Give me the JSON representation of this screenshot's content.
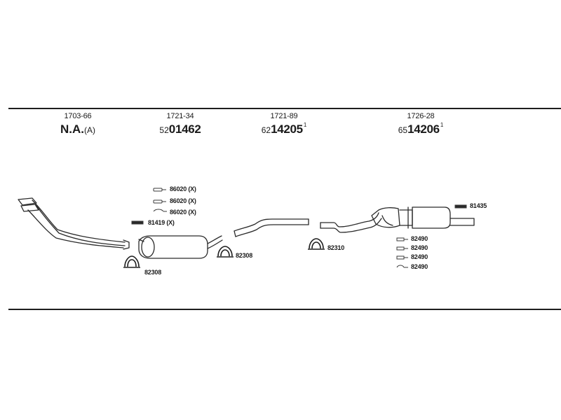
{
  "groups": [
    {
      "code": "1703-66",
      "part_main": "N.A.",
      "part_suffix": "(A)"
    },
    {
      "code": "1721-34",
      "part_prefix": "52",
      "part_main": "01462"
    },
    {
      "code": "1721-89",
      "part_prefix": "62",
      "part_main": "14205",
      "part_sup": "1"
    },
    {
      "code": "1726-28",
      "part_prefix": "65",
      "part_main": "14206",
      "part_sup": "1"
    }
  ],
  "labels": {
    "gasket_1": "86020 (X)",
    "gasket_2": "86020 (X)",
    "gasket_3": "86020 (X)",
    "bolt_1": "81419 (X)",
    "clamp_1": "82308",
    "clamp_2": "82308",
    "clamp_3": "82310",
    "bolt_2": "81435",
    "hanger_1": "82490",
    "hanger_2": "82490",
    "hanger_3": "82490",
    "hanger_4": "82490"
  }
}
